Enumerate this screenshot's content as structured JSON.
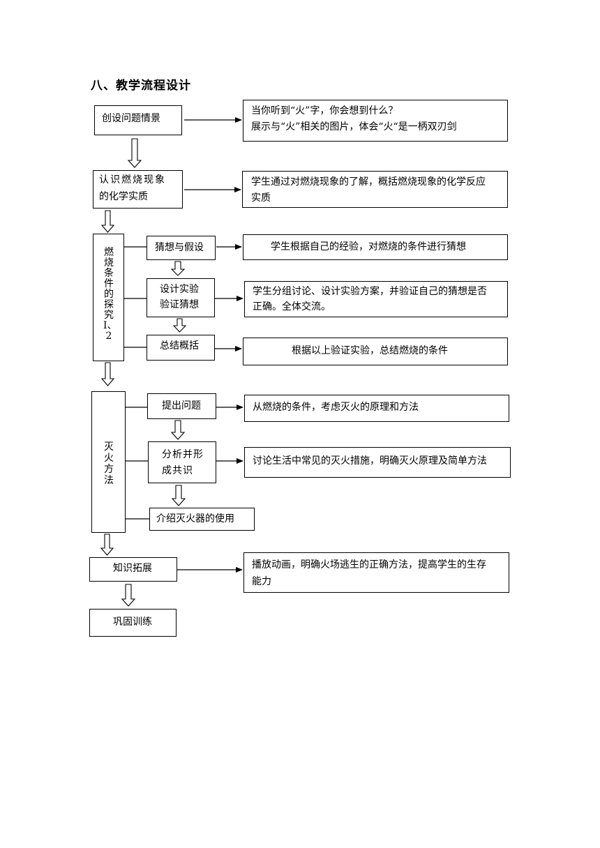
{
  "title": "八、教学流程设计",
  "steps": {
    "s1": {
      "label": "创设问题情景",
      "desc_line1": "当你听到“火”字，你会想到什么？",
      "desc_line2": "展示与“火”相关的图片，体会“火“是一柄双刃剑"
    },
    "s2": {
      "label_line1": "认识燃烧现象",
      "label_line2": "的化学实质",
      "desc_line1": "学生通过对燃烧现象的了解，概括燃烧现象的化学反应",
      "desc_line2": "实质"
    },
    "s3": {
      "group_label": "燃烧条件的探究Ⅰ、2",
      "sub1": {
        "label": "猜想与假设",
        "desc": "学生根据自己的经验，对燃烧的条件进行猜想"
      },
      "sub2": {
        "label_line1": "设计实验",
        "label_line2": "验证猜想",
        "desc_line1": "学生分组讨论、设计实验方案，并验证自己的猜想是否",
        "desc_line2": "正确。全体交流。"
      },
      "sub3": {
        "label": "总结概括",
        "desc": "根据以上验证实验，总结燃烧的条件"
      }
    },
    "s4": {
      "group_label": "灭火方法",
      "sub1": {
        "label": "提出问题",
        "desc": "从燃烧的条件，考虑灭火的原理和方法"
      },
      "sub2": {
        "label_line1": "分析并形",
        "label_line2": "成共识",
        "desc": "讨论生活中常见的灭火措施，明确灭火原理及简单方法"
      },
      "sub3": {
        "label": "介绍灭火器的使用"
      }
    },
    "s5": {
      "label": "知识拓展",
      "desc_line1": "播放动画，明确火场逃生的正确方法，提高学生的生存",
      "desc_line2": "能力"
    },
    "s6": {
      "label": "巩固训练"
    }
  }
}
